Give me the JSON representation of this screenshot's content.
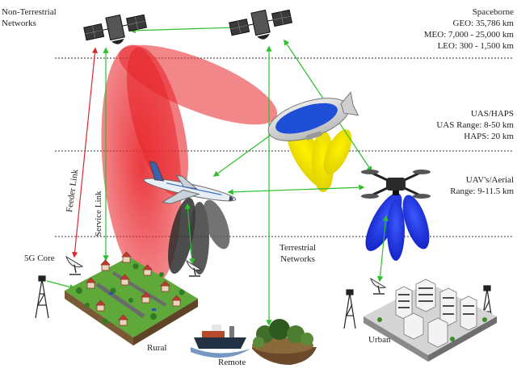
{
  "layers": {
    "non_terrestrial": "Non-Terrestrial\nNetworks",
    "spaceborne": {
      "title": "Spaceborne",
      "geo": "GEO: 35,786 km",
      "meo": "MEO: 7,000 - 25,000 km",
      "leo": "LEO: 300 - 1,500 km"
    },
    "uas_haps": {
      "title": "UAS/HAPS",
      "uas_range": "UAS Range: 8-50 km",
      "haps": "HAPS: 20 km"
    },
    "uav_aerial": {
      "title": "UAV's/Aerial",
      "range": "Range: 9-11.5 km"
    },
    "terrestrial": "Terrestrial\nNetworks"
  },
  "links": {
    "feeder": "Feeder Link",
    "service": "Service Link"
  },
  "ground": {
    "core": "5G Core",
    "rural": "Rural",
    "remote": "Remote",
    "urban": "Urban"
  },
  "colors": {
    "satellite_beam": "#e8242a",
    "haps_beam": "#f2e600",
    "plane_beam": "#333333",
    "uav_beam": "#1f2ee0",
    "link_green": "#2dbf2d",
    "feeder_red": "#d9262d",
    "grass": "#5fa83a"
  }
}
